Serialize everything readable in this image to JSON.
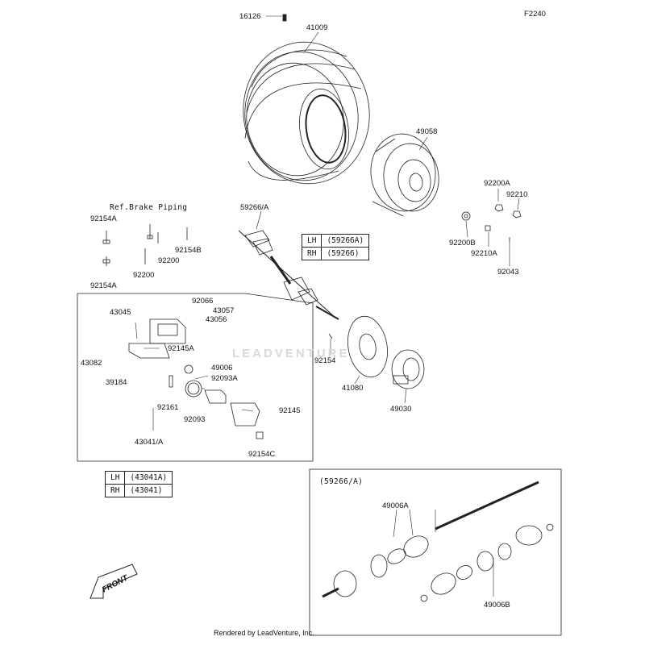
{
  "figure_id": "F2240",
  "labels": {
    "p16126": "16126",
    "p41009": "41009",
    "p49058": "49058",
    "p92200A": "92200A",
    "p92210": "92210",
    "p92200B": "92200B",
    "p92210A": "92210A",
    "p92043": "92043",
    "ref_brake": "Ref.Brake Piping",
    "p92154A_top": "92154A",
    "p92154A_bot": "92154A",
    "p92154B": "92154B",
    "p92200_a": "92200",
    "p92200_b": "92200",
    "p59266A": "59266/A",
    "p92066": "92066",
    "p43057": "43057",
    "p43056": "43056",
    "p43045": "43045",
    "p92145A": "92145A",
    "p43082": "43082",
    "p49006": "49006",
    "p92093A": "92093A",
    "p39184": "39184",
    "p92161": "92161",
    "p92093": "92093",
    "p92145": "92145",
    "p92154C": "92154C",
    "p43041A": "43041/A",
    "p92154": "92154",
    "p41080": "41080",
    "p49030": "49030",
    "inset_title": "(59266/A)",
    "p49006A": "49006A",
    "p49006B": "49006B"
  },
  "table_shaft": [
    {
      "side": "LH",
      "part": "(59266A)"
    },
    {
      "side": "RH",
      "part": "(59266)"
    }
  ],
  "table_caliper": [
    {
      "side": "LH",
      "part": "(43041A)"
    },
    {
      "side": "RH",
      "part": "(43041)"
    }
  ],
  "watermark": "LEADVENTURE",
  "front_arrow": "FRONT",
  "footer": "Rendered by LeadVenture, Inc."
}
